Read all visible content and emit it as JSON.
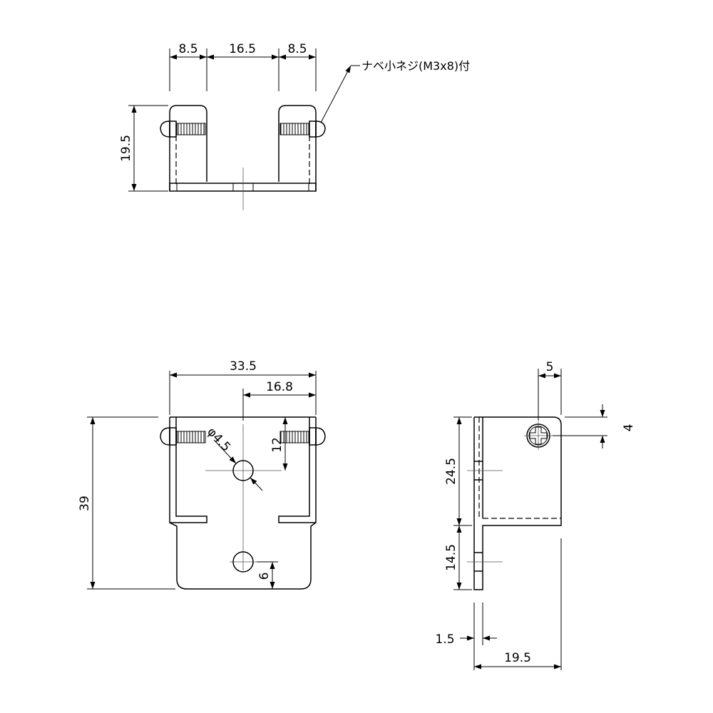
{
  "top_view": {
    "dims": {
      "left_width": "8.5",
      "center_gap": "16.5",
      "right_width": "8.5",
      "height": "19.5"
    },
    "screw_note": "ナベ小ネジ(M3x8)付"
  },
  "front_view": {
    "dims": {
      "overall_width": "33.5",
      "half_width": "16.8",
      "hole_dia": "φ4.5",
      "hole_height": "12",
      "overall_height": "39",
      "lower_hole": "6"
    }
  },
  "side_view": {
    "dims": {
      "offset": "5",
      "screw_height": "4",
      "upper_height": "24.5",
      "lower_height": "14.5",
      "thickness": "1.5",
      "depth": "19.5"
    }
  }
}
